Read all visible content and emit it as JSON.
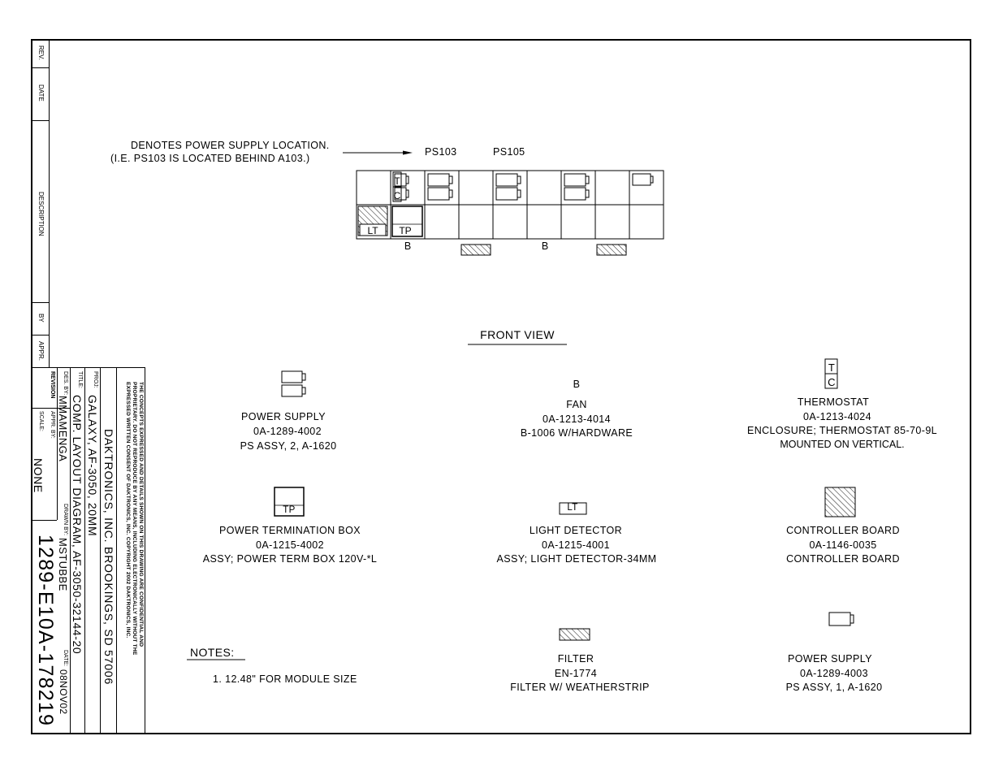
{
  "title_block": {
    "rev_header": "REV.",
    "date_header": "DATE",
    "description_header": "DESCRIPTION",
    "by_header": "BY",
    "appr_header": "APPR.",
    "confidential_line1": "THE CONCEPTS EXPRESSED AND DETAILS SHOWN ON THIS DRAWING ARE CONFIDENTIAL AND",
    "confidential_line2": "PROPRIETARY. DO NOT REPRODUCE BY ANY MEANS, INCLUDING ELECTRONICALLY WITHOUT THE",
    "confidential_line3": "EXPRESSED WRITTEN CONSENT OF DAKTRONICS, INC.        COPYRIGHT 2002 DAKTRONICS, INC.",
    "company": "DAKTRONICS, INC.  BROOKINGS, SD 57006",
    "proj_label": "PROJ:",
    "proj_value": "GALAXY, AF-3050, 20MM",
    "title_label": "TITLE:",
    "title_value": "COMP. LAYOUT DIAGRAM, AF-3050-32144-20",
    "des_by_label": "DES. BY:",
    "des_by_value": "MMAMENGA",
    "drawn_by_label": "DRAWN BY:",
    "drawn_by_value": "MSTUBBE",
    "date_label": "DATE:",
    "date_value": "08NOV02",
    "revision_label": "REVISION",
    "appr_by_label": "APPR. BY:",
    "scale_label": "SCALE:",
    "scale_value": "NONE",
    "drawing_number": "1289-E10A-178219"
  },
  "callout": {
    "line1": "DENOTES POWER SUPPLY LOCATION.",
    "line2": "(I.E. PS103 IS LOCATED BEHIND A103.)",
    "ps103": "PS103",
    "ps105": "PS105"
  },
  "grid": {
    "lt_label": "LT",
    "tp_label": "TP",
    "t_label": "T",
    "c_label": "C",
    "fan_b1": "B",
    "fan_b2": "B"
  },
  "front_view": "FRONT VIEW",
  "legend": {
    "power_supply_2": {
      "name": "POWER SUPPLY",
      "part": "0A-1289-4002",
      "desc": "PS ASSY, 2, A-1620"
    },
    "fan": {
      "symbol": "B",
      "name": "FAN",
      "part": "0A-1213-4014",
      "desc": "B-1006 W/HARDWARE"
    },
    "thermostat": {
      "symbol_t": "T",
      "symbol_c": "C",
      "name": "THERMOSTAT",
      "part": "0A-1213-4024",
      "desc": "ENCLOSURE; THERMOSTAT 85-70-9L",
      "note": "MOUNTED ON VERTICAL."
    },
    "power_term_box": {
      "symbol": "TP",
      "name": "POWER TERMINATION BOX",
      "part": "0A-1215-4002",
      "desc": "ASSY; POWER TERM BOX 120V-*L"
    },
    "light_detector": {
      "symbol": "LT",
      "name": "LIGHT DETECTOR",
      "part": "0A-1215-4001",
      "desc": "ASSY; LIGHT DETECTOR-34MM"
    },
    "controller_board": {
      "name": "CONTROLLER BOARD",
      "part": "0A-1146-0035",
      "desc": "CONTROLLER BOARD"
    },
    "filter": {
      "name": "FILTER",
      "part": "EN-1774",
      "desc": "FILTER W/ WEATHERSTRIP"
    },
    "power_supply_1": {
      "name": "POWER SUPPLY",
      "part": "0A-1289-4003",
      "desc": "PS ASSY, 1, A-1620"
    }
  },
  "notes": {
    "heading": "NOTES:",
    "items": [
      "1.   12.48\" FOR MODULE SIZE"
    ]
  }
}
